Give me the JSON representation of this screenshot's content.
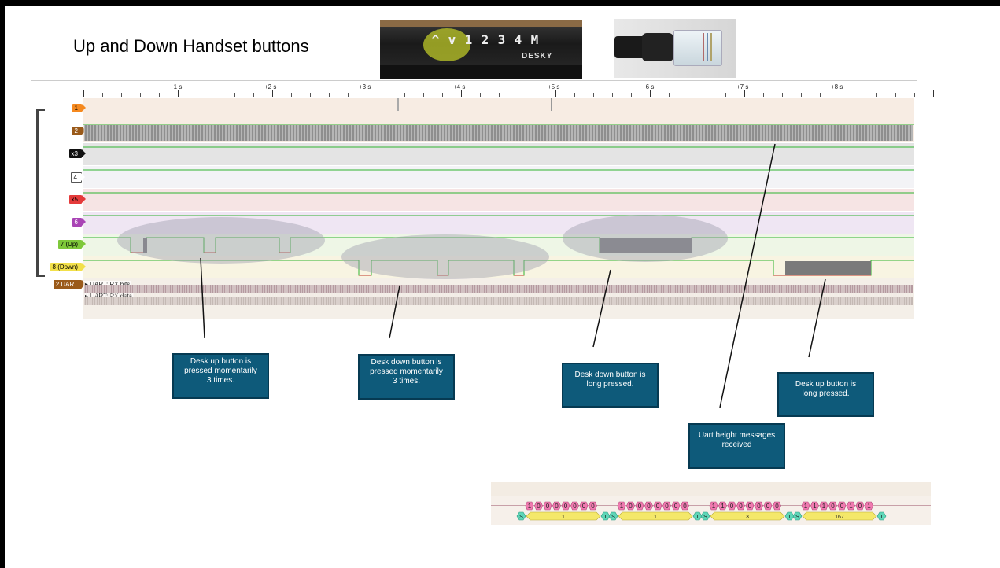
{
  "slide": {
    "title": "Up and Down Handset buttons"
  },
  "handset": {
    "button_glyphs": [
      "^",
      "v",
      "1",
      "2",
      "3",
      "4",
      "M"
    ],
    "brand": "DESKY"
  },
  "timeline": {
    "tick_labels": [
      "+1 s",
      "+2 s",
      "+3 s",
      "+4 s",
      "+5 s",
      "+6 s",
      "+7 s",
      "+8 s"
    ]
  },
  "channels": [
    {
      "label": "1",
      "color": "#f5891f",
      "text_color": "#000"
    },
    {
      "label": "2",
      "color": "#9a5a1a",
      "text_color": "#fff"
    },
    {
      "label": "x3",
      "color": "#111111",
      "text_color": "#fff"
    },
    {
      "label": "4",
      "color": "#ffffff",
      "text_color": "#000"
    },
    {
      "label": "x5",
      "color": "#e53b3b",
      "text_color": "#000"
    },
    {
      "label": "6",
      "color": "#a944b5",
      "text_color": "#fff"
    },
    {
      "label": "7 (Up)",
      "color": "#7ec83a",
      "text_color": "#000"
    },
    {
      "label": "8 (Down)",
      "color": "#f2e04a",
      "text_color": "#000"
    },
    {
      "label": "2 UART",
      "color": "#9a5a1a",
      "text_color": "#fff"
    }
  ],
  "uart_rows": [
    "UART: RX bits",
    "UART: RX data"
  ],
  "notes": {
    "up_momentary": [
      "Desk up button is",
      "pressed momentarily",
      "3 times."
    ],
    "down_momentary": [
      "Desk down button is",
      "pressed momentarily",
      "3 times."
    ],
    "down_long": [
      "Desk down button  is",
      "long pressed."
    ],
    "up_long": [
      "Desk up button  is",
      "long pressed."
    ],
    "uart_received": [
      "Uart height messages",
      "received"
    ]
  },
  "decode": {
    "frames": [
      {
        "bits": [
          "1",
          "0",
          "0",
          "0",
          "0",
          "0",
          "0",
          "0"
        ],
        "value": "1"
      },
      {
        "bits": [
          "1",
          "0",
          "0",
          "0",
          "0",
          "0",
          "0",
          "0"
        ],
        "value": "1"
      },
      {
        "bits": [
          "1",
          "1",
          "0",
          "0",
          "0",
          "0",
          "0",
          "0"
        ],
        "value": "3"
      },
      {
        "bits": [
          "1",
          "1",
          "1",
          "0",
          "0",
          "1",
          "0",
          "1"
        ],
        "value": "167"
      }
    ],
    "start_marker": "S",
    "stop_marker": "T"
  },
  "colors": {
    "note_bg": "#0e5a7a",
    "trace_green": "#2fb32f",
    "trace_red": "#c0392b",
    "bit_pink": "#f07ab0",
    "value_yellow": "#f4e86a",
    "marker_teal": "#5fd6b8"
  }
}
